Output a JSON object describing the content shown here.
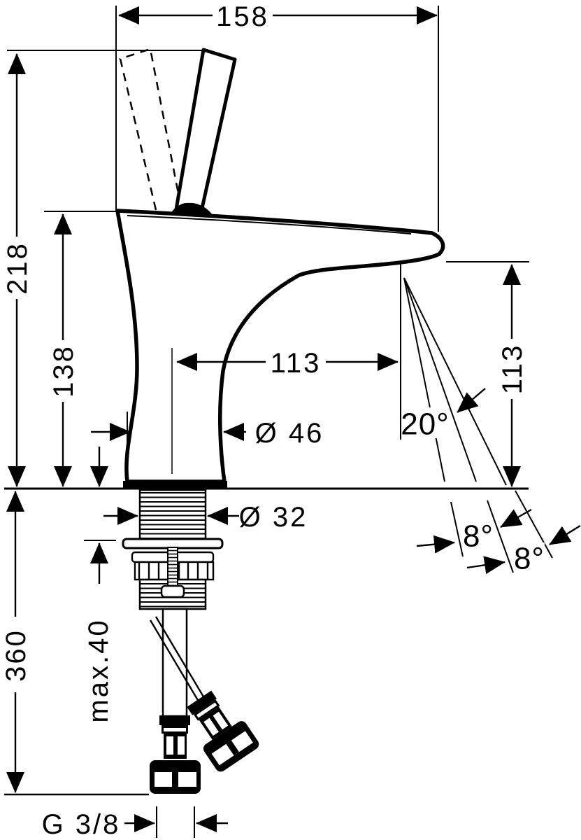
{
  "dims": {
    "overall_width": "158",
    "overall_height": "218",
    "body_height": "138",
    "spout_reach": "113",
    "spout_height": "113",
    "spray_angle": "20°",
    "angle_left": "8°",
    "angle_right": "8°",
    "base_diameter": "Ø 46",
    "shank_diameter": "Ø 32",
    "max_counter_thickness": "max.40",
    "hose_length": "360",
    "thread": "G 3/8"
  },
  "colors": {
    "line": "#000000",
    "background": "#ffffff"
  }
}
